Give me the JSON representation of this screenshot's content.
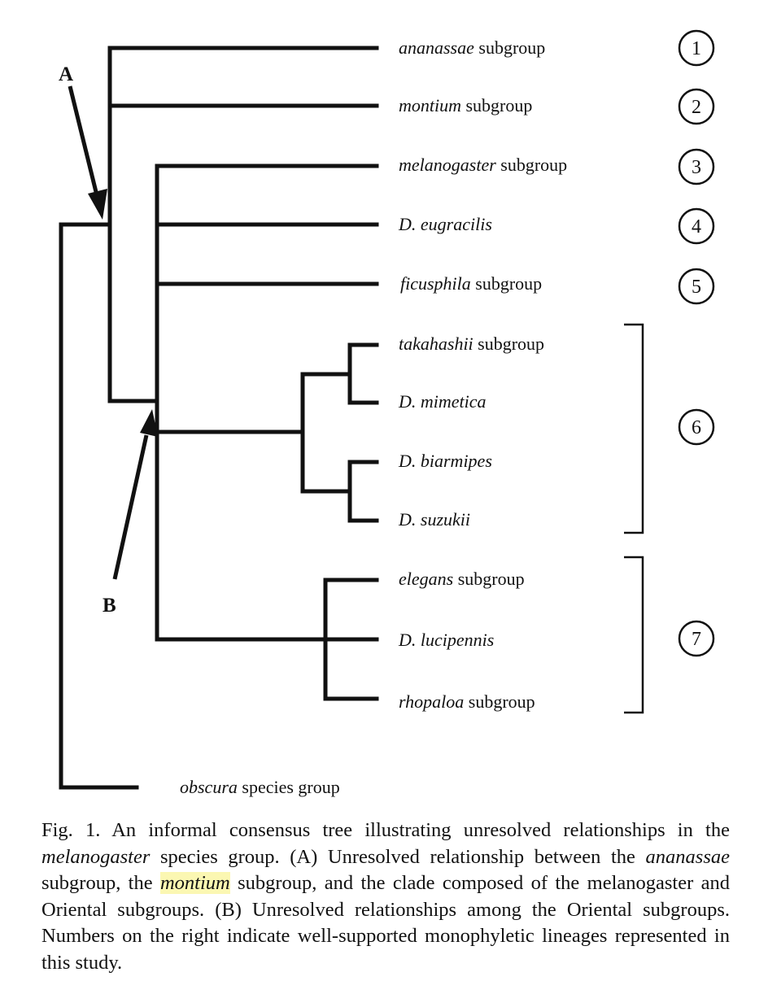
{
  "taxa": [
    {
      "italic": "ananassae",
      "plain": " subgroup"
    },
    {
      "italic": "montium",
      "plain": " subgroup"
    },
    {
      "italic": "melanogaster",
      "plain": " subgroup"
    },
    {
      "italic": "D. eugracilis",
      "plain": ""
    },
    {
      "italic": "ficusphila",
      "plain": " subgroup"
    },
    {
      "italic": "takahashii",
      "plain": " subgroup"
    },
    {
      "italic": "D. mimetica",
      "plain": ""
    },
    {
      "italic": "D. biarmipes",
      "plain": ""
    },
    {
      "italic": "D. suzukii",
      "plain": ""
    },
    {
      "italic": "elegans",
      "plain": " subgroup"
    },
    {
      "italic": "D. lucipennis",
      "plain": ""
    },
    {
      "italic": "rhopaloa",
      "plain": " subgroup"
    },
    {
      "italic": "obscura",
      "plain": " species group"
    }
  ],
  "lineages": [
    "1",
    "2",
    "3",
    "4",
    "5",
    "6",
    "7"
  ],
  "node_labels": {
    "a": "A",
    "b": "B"
  },
  "caption": {
    "t1": "Fig. 1. An informal consensus tree illustrating unresolved relationships in the ",
    "i1": "melanogaster",
    "t2": " species group. (A) Unresolved relationship between the ",
    "i2": "ananassae",
    "t3": " subgroup, the ",
    "h1": "montium",
    "t4": " subgroup, and the clade composed of the melanogaster and Oriental subgroups. (B) Unresolved relationships among the Oriental subgroups. Numbers on the right indicate well-supported monophyletic lineages represented in this study."
  }
}
